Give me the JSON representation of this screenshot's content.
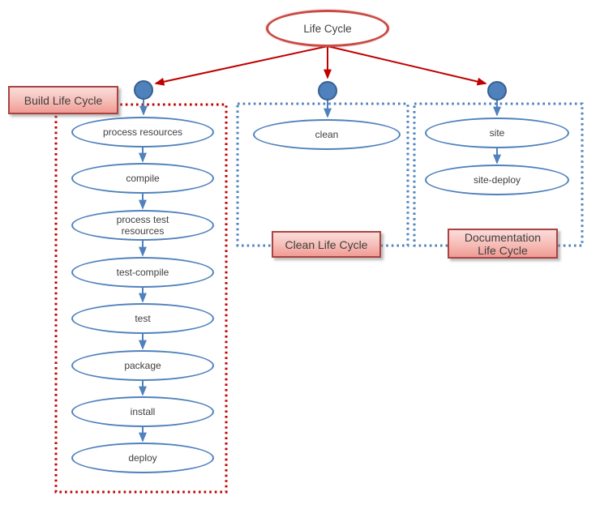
{
  "diagram": {
    "root_label": "Life Cycle",
    "groups": [
      {
        "label": "Build Life Cycle",
        "steps": [
          "process resources",
          "compile",
          "process test resources",
          "test-compile",
          "test",
          "package",
          "install",
          "deploy"
        ]
      },
      {
        "label": "Clean Life Cycle",
        "steps": [
          "clean"
        ]
      },
      {
        "label": "Documentation Life Cycle",
        "steps": [
          "site",
          "site-deploy"
        ]
      }
    ],
    "colors": {
      "red_accent": "#C00000",
      "root_border": "#C94A44",
      "blue_accent": "#4F81BD",
      "dot_fill": "#4F81BD",
      "dot_border": "#38618F",
      "label_fill_top": "#FBDCDA",
      "label_fill_bottom": "#F09B93",
      "label_border": "#A94442",
      "text": "#3F3F3F"
    }
  }
}
